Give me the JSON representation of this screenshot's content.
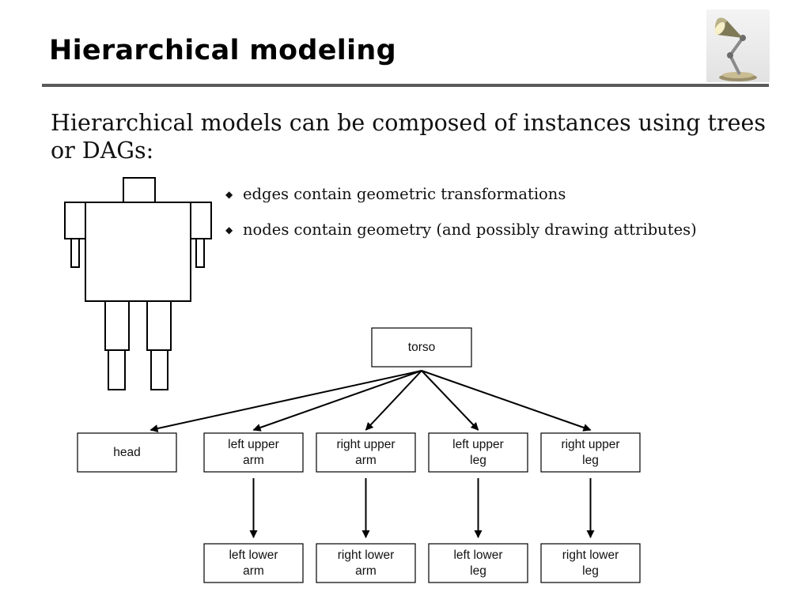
{
  "slide": {
    "title": "Hierarchical modeling",
    "intro": "Hierarchical models can be composed of instances using trees or DAGs:",
    "bullets": [
      "edges contain geometric transformations",
      "nodes contain geometry (and possibly drawing attributes)"
    ],
    "logo_icon": "desk-lamp-icon",
    "bullet_icon": "diamond-bullet-icon",
    "robot_icon": "robot-figure-icon"
  },
  "tree": {
    "root": "torso",
    "level1": [
      [
        "head"
      ],
      [
        "left upper",
        "arm"
      ],
      [
        "right upper",
        "arm"
      ],
      [
        "left upper",
        "leg"
      ],
      [
        "right upper",
        "leg"
      ]
    ],
    "level2": [
      [
        "left lower",
        "arm"
      ],
      [
        "right lower",
        "arm"
      ],
      [
        "left lower",
        "leg"
      ],
      [
        "right lower",
        "leg"
      ]
    ]
  }
}
